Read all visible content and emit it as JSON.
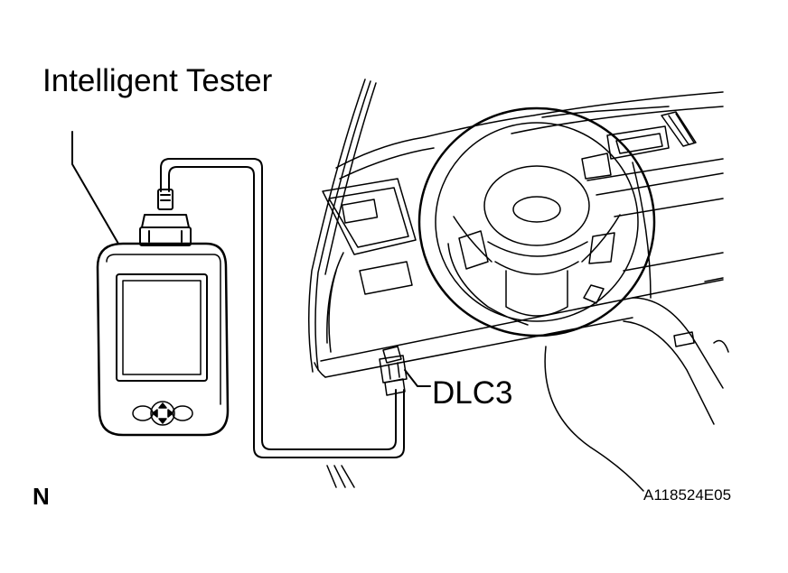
{
  "labels": {
    "tester": "Intelligent Tester",
    "connector": "DLC3",
    "orientation": "N",
    "figure_code": "A118524E05"
  },
  "colors": {
    "line": "#000000",
    "background": "#ffffff"
  }
}
